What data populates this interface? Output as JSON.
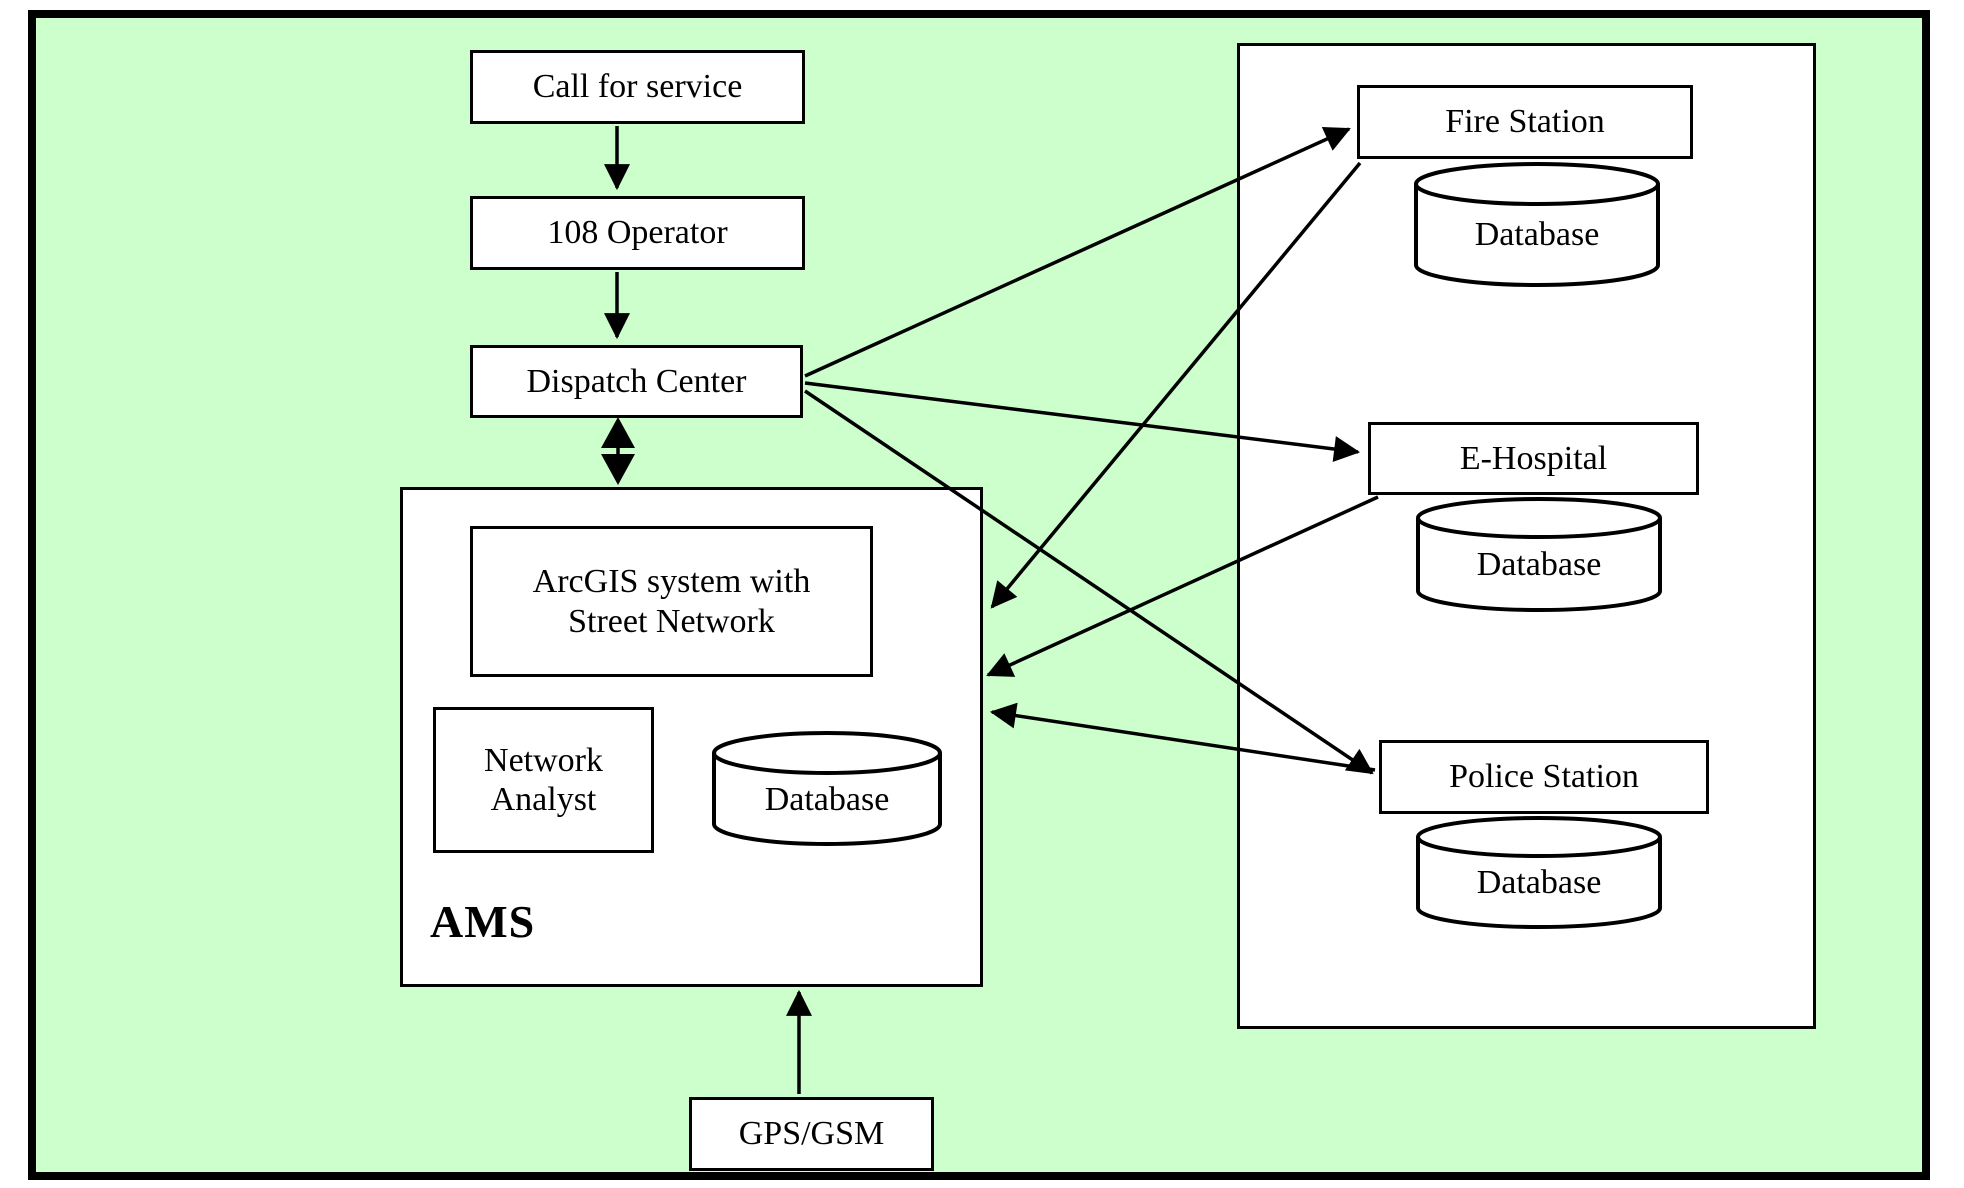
{
  "diagram": {
    "colors": {
      "diagram_background": "#ccffcc",
      "node_fill": "#ffffff",
      "line_color": "#000000"
    },
    "nodes": {
      "call_for_service": {
        "label": "Call for service"
      },
      "operator_108": {
        "label": "108 Operator"
      },
      "dispatch_center": {
        "label": "Dispatch Center"
      },
      "ams": {
        "label": "AMS"
      },
      "arcgis": {
        "lines": [
          "ArcGIS system with",
          "Street Network"
        ]
      },
      "network_analyst": {
        "lines": [
          "Network",
          "Analyst"
        ]
      },
      "ams_database": {
        "label": "Database"
      },
      "gps_gsm": {
        "label": "GPS/GSM"
      },
      "fire_station": {
        "label": "Fire Station"
      },
      "fire_database": {
        "label": "Database"
      },
      "e_hospital": {
        "label": "E-Hospital"
      },
      "hospital_database": {
        "label": "Database"
      },
      "police_station": {
        "label": "Police Station"
      },
      "police_database": {
        "label": "Database"
      }
    },
    "edges": [
      {
        "from": "Call for service",
        "to": "108 Operator",
        "direction": "one-way"
      },
      {
        "from": "108 Operator",
        "to": "Dispatch Center",
        "direction": "one-way"
      },
      {
        "from": "Dispatch Center",
        "to": "AMS",
        "direction": "two-way"
      },
      {
        "from": "GPS/GSM",
        "to": "AMS",
        "direction": "one-way"
      },
      {
        "from": "Dispatch Center",
        "to": "Fire Station",
        "direction": "one-way"
      },
      {
        "from": "Dispatch Center",
        "to": "E-Hospital",
        "direction": "one-way"
      },
      {
        "from": "Dispatch Center",
        "to": "Police Station",
        "direction": "one-way"
      },
      {
        "from": "Fire Station",
        "to": "AMS",
        "direction": "one-way"
      },
      {
        "from": "E-Hospital",
        "to": "AMS",
        "direction": "one-way"
      },
      {
        "from": "Police Station",
        "to": "AMS",
        "direction": "one-way"
      }
    ]
  }
}
